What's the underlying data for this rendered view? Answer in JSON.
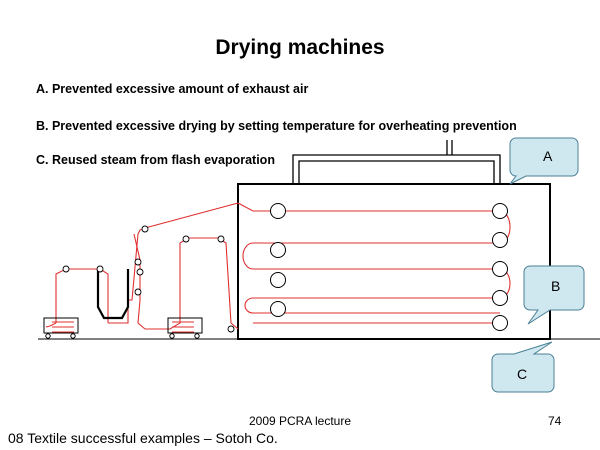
{
  "slide": {
    "title": "Drying machines",
    "points": [
      "A. Prevented excessive amount of exhaust air",
      "B. Prevented excessive drying by setting temperature for overheating prevention",
      "C. Reused steam from flash evaporation"
    ]
  },
  "callouts": {
    "a": "A",
    "b": "B",
    "c": "C"
  },
  "colors": {
    "cloth_path": "#e03030",
    "callout_fill": "#cfe8f0",
    "callout_stroke": "#4a7f95",
    "machine_outline": "#000000"
  },
  "footer": {
    "lecture": "2009 PCRA lecture",
    "page": "74",
    "caption": "08 Textile successful examples – Sotoh Co."
  }
}
